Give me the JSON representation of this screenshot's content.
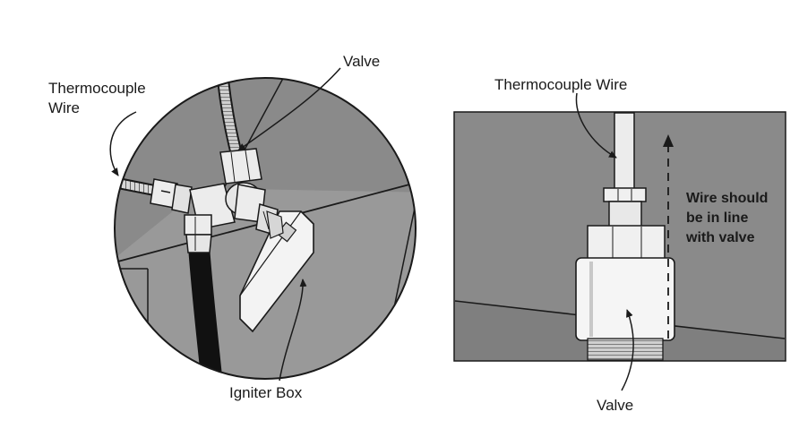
{
  "left_panel": {
    "labels": {
      "thermocouple_line1": "Thermocouple",
      "thermocouple_line2": "Wire",
      "valve": "Valve",
      "igniter_box": "Igniter Box"
    }
  },
  "right_panel": {
    "labels": {
      "thermocouple_wire": "Thermocouple Wire",
      "valve": "Valve",
      "note_line1": "Wire should",
      "note_line2": "be in line",
      "note_line3": "with valve"
    }
  },
  "colors": {
    "background_gray": "#8a8a8a",
    "metal_light": "#ececec",
    "outline": "#1a1a1a",
    "hose_black": "#111111"
  }
}
